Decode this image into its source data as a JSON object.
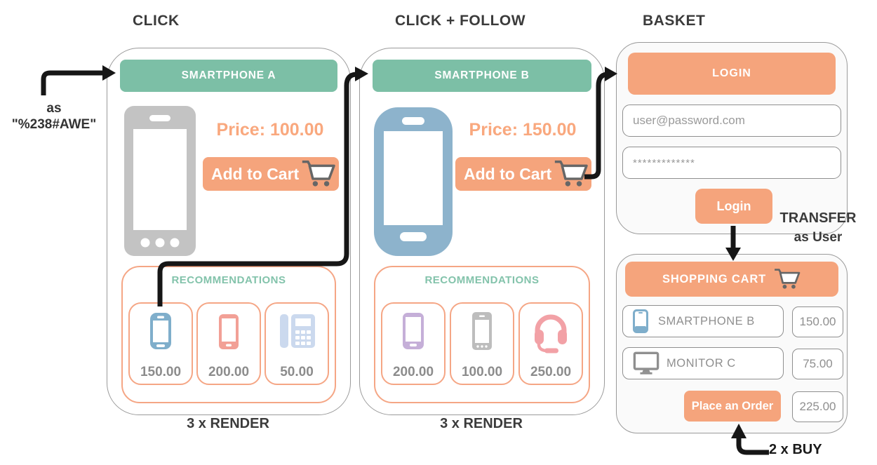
{
  "titles": {
    "col1": "CLICK",
    "col2": "CLICK + FOLLOW",
    "col3": "BASKET"
  },
  "annotation": {
    "line1": "as",
    "line2": "\"%238#AWE\""
  },
  "product_a": {
    "header": "SMARTPHONE A",
    "price": "Price: 100.00",
    "add_to_cart": "Add to Cart",
    "recommendations_title": "RECOMMENDATIONS",
    "recommendations": [
      {
        "item": "smartphone-blue",
        "price": "150.00"
      },
      {
        "item": "smartphone-salmon",
        "price": "200.00"
      },
      {
        "item": "deskphone-lightblue",
        "price": "50.00"
      }
    ],
    "footnote": "3 x RENDER"
  },
  "product_b": {
    "header": "SMARTPHONE B",
    "price": "Price: 150.00",
    "add_to_cart": "Add to Cart",
    "recommendations_title": "RECOMMENDATIONS",
    "recommendations": [
      {
        "item": "smartphone-lavender",
        "price": "200.00"
      },
      {
        "item": "smartphone-gray",
        "price": "100.00"
      },
      {
        "item": "headset-pink",
        "price": "250.00"
      }
    ],
    "footnote": "3 x RENDER"
  },
  "login": {
    "header": "LOGIN",
    "email_placeholder": "user@password.com",
    "password_value": "*************",
    "button": "Login"
  },
  "transfer": {
    "line1": "TRANSFER",
    "line2": "as User"
  },
  "cart": {
    "header": "SHOPPING CART",
    "items": [
      {
        "icon": "smartphone-icon",
        "name": "SMARTPHONE B",
        "price": "150.00"
      },
      {
        "icon": "monitor-icon",
        "name": "MONITOR C",
        "price": "75.00"
      }
    ],
    "order_button": "Place an Order",
    "total": "225.00"
  },
  "buy_note": "2 x BUY",
  "colors": {
    "teal": "#7cbfa6",
    "salmon": "#f5a47c",
    "salmon_border": "#f5a685",
    "price_text": "#f9a87e",
    "gray_text": "#8c8c8c",
    "arrow": "#161616",
    "blue": "#8db3cc",
    "lavender": "#c5afd8",
    "pink": "#f2a1a6",
    "periwinkle": "#cbd9ee",
    "gray_icon": "#c3c3c3"
  }
}
